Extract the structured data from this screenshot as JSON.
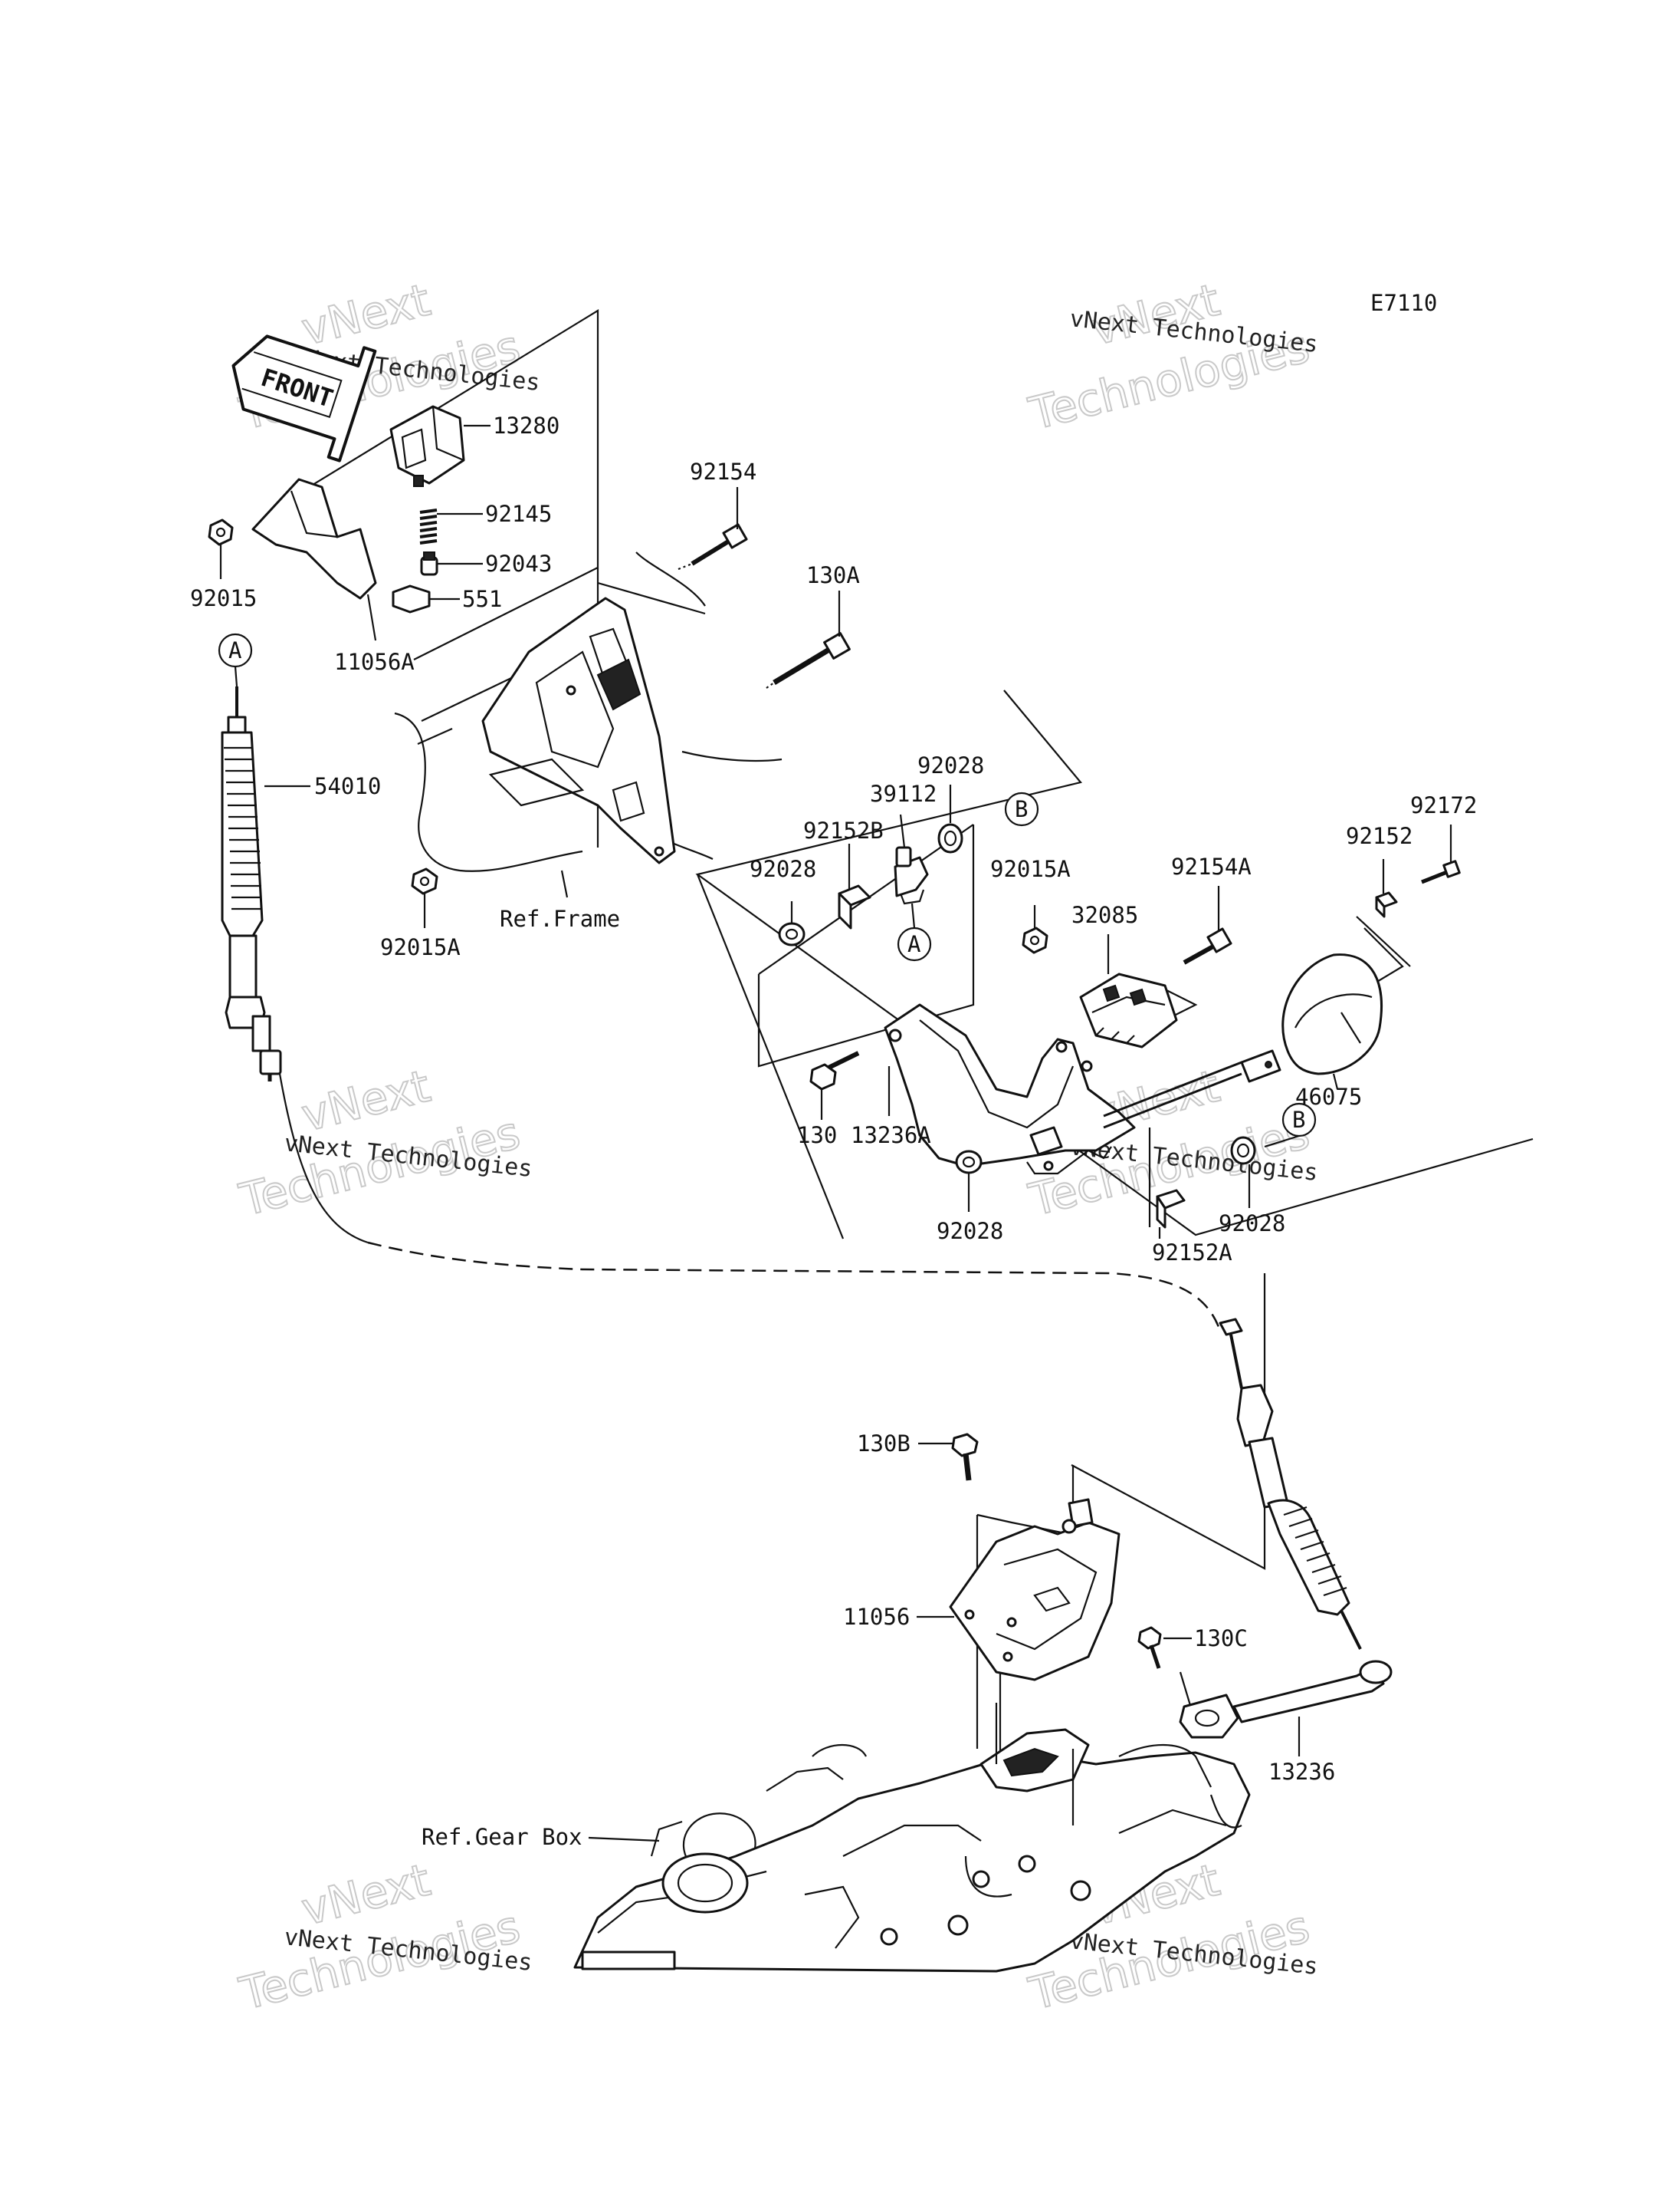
{
  "diagram_code": "E7110",
  "watermarks": {
    "line1": "vNext Technologies",
    "line2a": "vNext",
    "line2b": "Technologies"
  },
  "front_label": "FRONT",
  "callouts": {
    "A": "A",
    "B": "B"
  },
  "parts": {
    "p13280": "13280",
    "p92145": "92145",
    "p92043": "92043",
    "p551": "551",
    "p92015": "92015",
    "p11056A": "11056A",
    "p92154": "92154",
    "p130A": "130A",
    "p54010": "54010",
    "p92015A_left": "92015A",
    "p92028_top": "92028",
    "p39112": "39112",
    "p92152B": "92152B",
    "p92028_left": "92028",
    "p92015A_mid": "92015A",
    "p92154A": "92154A",
    "p32085": "32085",
    "p92152": "92152",
    "p92172": "92172",
    "p46075": "46075",
    "p130": "130",
    "p13236A": "13236A",
    "p92028_bottom": "92028",
    "p92028_right": "92028",
    "p92152A": "92152A",
    "p130B": "130B",
    "p11056": "11056",
    "p130C": "130C",
    "p13236": "13236"
  },
  "references": {
    "frame": "Ref.Frame",
    "gear_box": "Ref.Gear Box"
  }
}
